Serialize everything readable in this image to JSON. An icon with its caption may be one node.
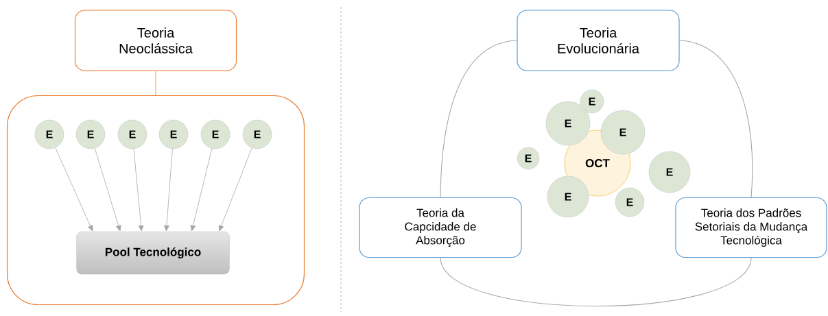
{
  "diagram": {
    "nodes": [
      {
        "text": [
          "Teoria Neoclássica"
        ]
      },
      {
        "text": [],
        "shape": "box"
      },
      {
        "text": [
          "E"
        ],
        "in": 1
      },
      {
        "text": [
          "E"
        ],
        "in": 1
      },
      {
        "text": [
          "E"
        ],
        "in": 1
      },
      {
        "text": [
          "E"
        ],
        "in": 1
      },
      {
        "text": [
          "E"
        ],
        "in": 1
      },
      {
        "text": [
          "E"
        ],
        "in": 1
      },
      {
        "text": [
          "Pool Tecnológico"
        ],
        "in": 1
      },
      {
        "text": [
          "Teoria Evolucionária"
        ]
      },
      {
        "text": [
          "Teoria da Capcidade de Absorção"
        ]
      },
      {
        "text": [
          "Teoria dos Padrões Setoriais da Mudança Tecnológica"
        ]
      },
      {
        "text": [
          "OCT"
        ]
      },
      {
        "text": [
          "E"
        ]
      },
      {
        "text": [
          "E"
        ]
      },
      {
        "text": [
          "E"
        ]
      },
      {
        "text": [
          "E"
        ]
      },
      {
        "text": [
          "E"
        ]
      },
      {
        "text": [
          "E"
        ]
      },
      {
        "text": [
          "E"
        ]
      }
    ],
    "edges": [
      {
        "from": 0,
        "to": 1,
        "arrow": "none",
        "color": "#f4b183"
      },
      {
        "from": 2,
        "to": 8,
        "arrow": "to"
      },
      {
        "from": 3,
        "to": 8,
        "arrow": "to"
      },
      {
        "from": 4,
        "to": 8,
        "arrow": "to"
      },
      {
        "from": 5,
        "to": 8,
        "arrow": "to"
      },
      {
        "from": 6,
        "to": 8,
        "arrow": "to"
      },
      {
        "from": 7,
        "to": 8,
        "arrow": "to"
      },
      {
        "from": 9,
        "to": 10,
        "arrow": "none"
      },
      {
        "from": 9,
        "to": 11,
        "arrow": "none"
      },
      {
        "from": 10,
        "to": 11,
        "arrow": "none"
      }
    ]
  }
}
